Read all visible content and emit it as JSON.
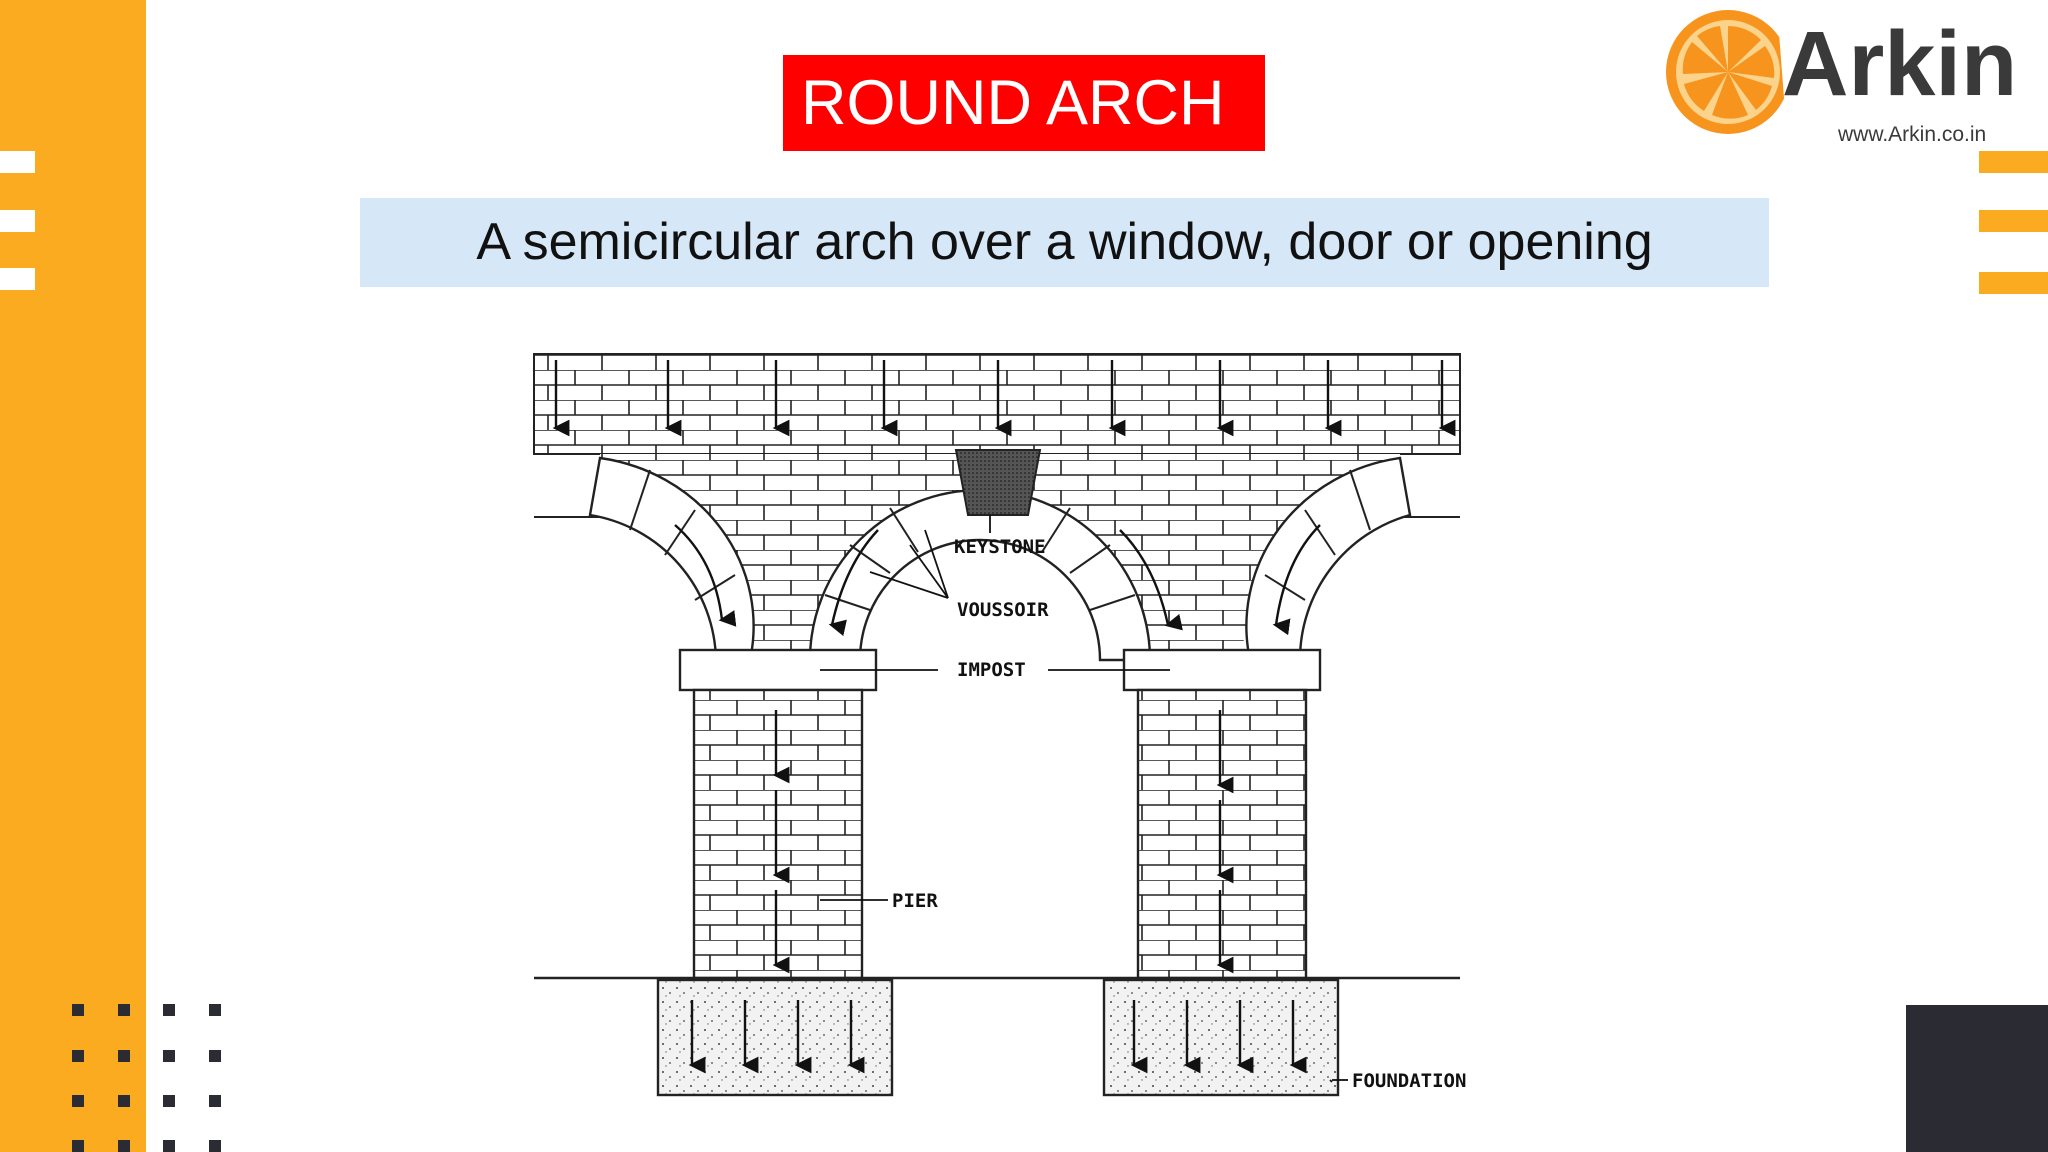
{
  "slide": {
    "title": "ROUND ARCH",
    "subtitle": "A semicircular arch over a window, door or opening"
  },
  "logo": {
    "name": "Arkin",
    "url": "www.Arkin.co.in"
  },
  "diagram": {
    "labels": {
      "keystone": "KEYSTONE",
      "voussoir": "VOUSSOIR",
      "impost": "IMPOST",
      "pier": "PIER",
      "foundation": "FOUNDATION"
    }
  },
  "colors": {
    "accent_orange": "#fbab1f",
    "title_red": "#ff0000",
    "subtitle_bg": "#d6e7f7",
    "dark": "#2b2b33"
  }
}
